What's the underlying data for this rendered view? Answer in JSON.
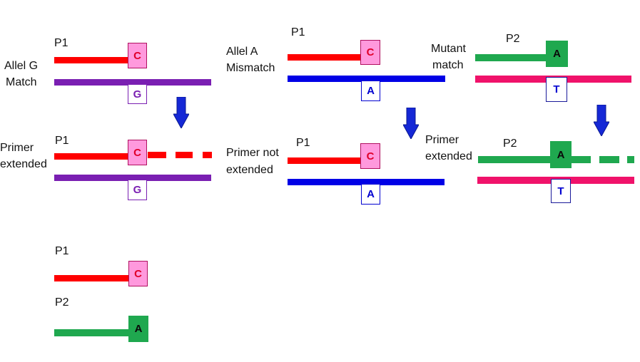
{
  "colors": {
    "red": "#ff0000",
    "purple": "#7a1fb2",
    "blue": "#0000e6",
    "green": "#1fa84f",
    "pink_strand": "#f0126a",
    "box_c_fill": "#ff99dd",
    "box_c_text": "#e0002a",
    "box_g_text": "#7a1fb2",
    "box_a_text": "#0000d0",
    "box_green_fill": "#1fa84f",
    "box_t_text": "#0000d0",
    "arrow": "#1528d6"
  },
  "panel1": {
    "primer_label": "P1",
    "allele_line1": "Allel G",
    "allele_line2": "Match",
    "primer_base": "C",
    "template_base": "G",
    "down_arrow": "down-arrow-icon",
    "result_primer_label": "P1",
    "result_line1": "Primer",
    "result_line2": "extended",
    "result_primer_base": "C",
    "result_template_base": "G"
  },
  "panel2": {
    "primer_label": "P1",
    "allele_line1": "Allel A",
    "allele_line2": "Mismatch",
    "primer_base": "C",
    "template_base": "A",
    "down_arrow": "down-arrow-icon",
    "result_primer_label": "P1",
    "result_line1": "Primer not",
    "result_line2": "extended",
    "result_primer_base": "C",
    "result_template_base": "A"
  },
  "panel3": {
    "primer_label": "P2",
    "allele_line1": "Mutant",
    "allele_line2": "match",
    "primer_base": "A",
    "template_base": "T",
    "down_arrow": "down-arrow-icon",
    "result_primer_label": "P2",
    "result_line1": "Primer",
    "result_line2": "extended",
    "result_primer_base": "A",
    "result_template_base": "T"
  },
  "legend": {
    "p1_label": "P1",
    "p1_base": "C",
    "p2_label": "P2",
    "p2_base": "A"
  }
}
